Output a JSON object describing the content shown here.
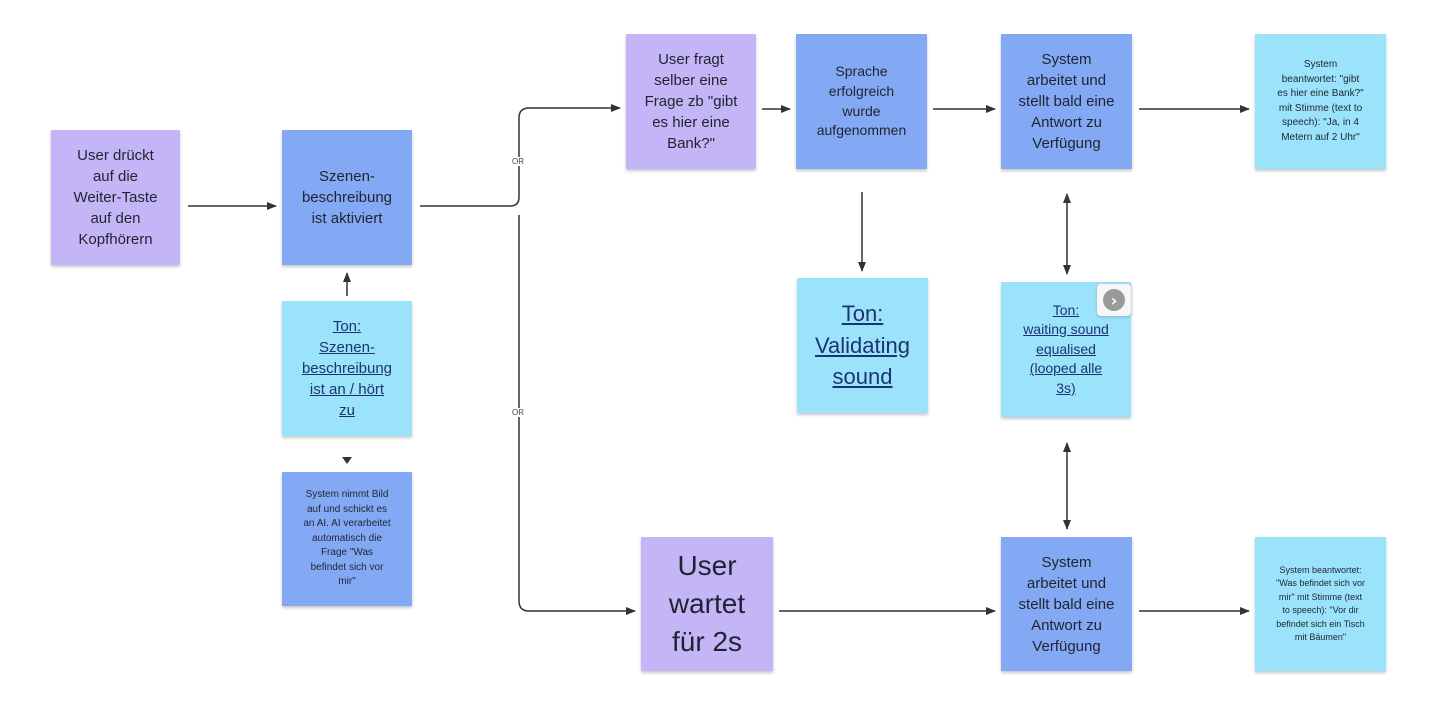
{
  "nodes": {
    "user_presses": "User drückt\nauf die\nWeiter-Taste\nauf den\nKopfhörern",
    "scene_activated": "Szenen-\nbeschreibung\nist aktiviert",
    "tone_scene_on": "Ton:\nSzenen-\nbeschreibung\nist an / hört\nzu",
    "system_takes_picture": "System nimmt Bild\nauf und schickt es\nan AI. AI verarbeitet\nautomatisch die\nFrage \"Was\nbefindet sich vor\nmir\"",
    "user_asks": "User  fragt\nselber eine\nFrage zb \"gibt\nes hier eine\nBank?\"",
    "speech_recorded": "Sprache\nerfolgreich\nwurde\naufgenommen",
    "system_working_top": "System\narbeitet und\nstellt bald eine\nAntwort zu\nVerfügung",
    "system_answers_top": "System\nbeantwortet: \"gibt\nes hier eine Bank?\"\nmit Stimme (text to\nspeech): \"Ja, in 4\nMetern auf 2 Uhr\"",
    "tone_validating": "Ton:\nValidating\nsound",
    "tone_waiting": "Ton:\nwaiting  sound\n equalised\n(looped alle\n3s)",
    "user_waits": "User\nwartet\nfür 2s",
    "system_working_bottom": "System\narbeitet und\nstellt bald eine\nAntwort zu\nVerfügung",
    "system_answers_bottom": "System beantwortet:\n\"Was befindet sich vor\nmir\" mit Stimme (text\nto speech): \"Vor dir\nbefindet sich ein Tisch\nmit Bäumen\""
  },
  "labels": {
    "or_top": "OR",
    "or_bottom": "OR"
  },
  "icons": {
    "expand": "chevron-right-icon"
  },
  "colors": {
    "purple": "#c4b5f7",
    "blue": "#84a9f4",
    "cyan": "#9be3fb",
    "line": "#333333"
  }
}
